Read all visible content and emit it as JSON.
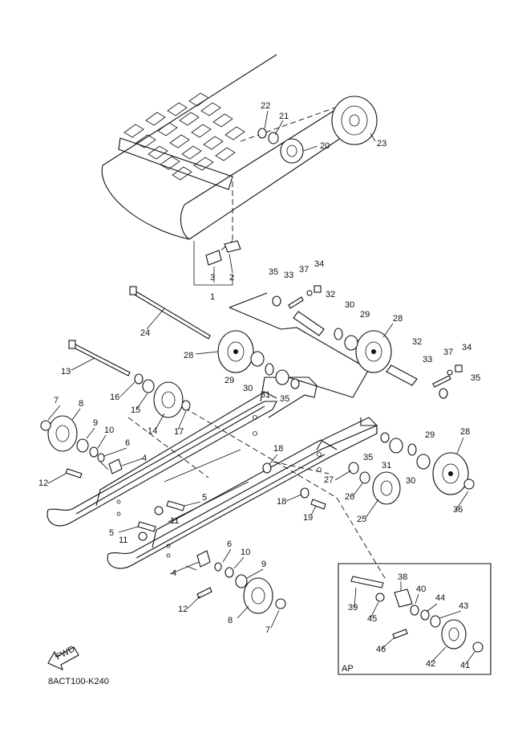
{
  "diagram_code": "8ACT100-K240",
  "fwd_label": "FWD",
  "inset_label": "AP",
  "callouts": [
    {
      "id": "c1",
      "text": "1"
    },
    {
      "id": "c2",
      "text": "2"
    },
    {
      "id": "c3",
      "text": "3"
    },
    {
      "id": "c4a",
      "text": "4"
    },
    {
      "id": "c4b",
      "text": "4"
    },
    {
      "id": "c5a",
      "text": "5"
    },
    {
      "id": "c5b",
      "text": "5"
    },
    {
      "id": "c6a",
      "text": "6"
    },
    {
      "id": "c6b",
      "text": "6"
    },
    {
      "id": "c7a",
      "text": "7"
    },
    {
      "id": "c7b",
      "text": "7"
    },
    {
      "id": "c8a",
      "text": "8"
    },
    {
      "id": "c8b",
      "text": "8"
    },
    {
      "id": "c9a",
      "text": "9"
    },
    {
      "id": "c9b",
      "text": "9"
    },
    {
      "id": "c10a",
      "text": "10"
    },
    {
      "id": "c10b",
      "text": "10"
    },
    {
      "id": "c11a",
      "text": "11"
    },
    {
      "id": "c11b",
      "text": "11"
    },
    {
      "id": "c12a",
      "text": "12"
    },
    {
      "id": "c12b",
      "text": "12"
    },
    {
      "id": "c13",
      "text": "13"
    },
    {
      "id": "c14",
      "text": "14"
    },
    {
      "id": "c15",
      "text": "15"
    },
    {
      "id": "c16",
      "text": "16"
    },
    {
      "id": "c17",
      "text": "17"
    },
    {
      "id": "c18a",
      "text": "18"
    },
    {
      "id": "c18b",
      "text": "18"
    },
    {
      "id": "c19",
      "text": "19"
    },
    {
      "id": "c20",
      "text": "20"
    },
    {
      "id": "c21",
      "text": "21"
    },
    {
      "id": "c22",
      "text": "22"
    },
    {
      "id": "c23",
      "text": "23"
    },
    {
      "id": "c24",
      "text": "24"
    },
    {
      "id": "c25",
      "text": "25"
    },
    {
      "id": "c26",
      "text": "26"
    },
    {
      "id": "c27",
      "text": "27"
    },
    {
      "id": "c28a",
      "text": "28"
    },
    {
      "id": "c28b",
      "text": "28"
    },
    {
      "id": "c28c",
      "text": "28"
    },
    {
      "id": "c29a",
      "text": "29"
    },
    {
      "id": "c29b",
      "text": "29"
    },
    {
      "id": "c29c",
      "text": "29"
    },
    {
      "id": "c30a",
      "text": "30"
    },
    {
      "id": "c30b",
      "text": "30"
    },
    {
      "id": "c30c",
      "text": "30"
    },
    {
      "id": "c31a",
      "text": "31"
    },
    {
      "id": "c31b",
      "text": "31"
    },
    {
      "id": "c32a",
      "text": "32"
    },
    {
      "id": "c32b",
      "text": "32"
    },
    {
      "id": "c33a",
      "text": "33"
    },
    {
      "id": "c33b",
      "text": "33"
    },
    {
      "id": "c34a",
      "text": "34"
    },
    {
      "id": "c34b",
      "text": "34"
    },
    {
      "id": "c35a",
      "text": "35"
    },
    {
      "id": "c35b",
      "text": "35"
    },
    {
      "id": "c35c",
      "text": "35"
    },
    {
      "id": "c35d",
      "text": "35"
    },
    {
      "id": "c36",
      "text": "36"
    },
    {
      "id": "c37a",
      "text": "37"
    },
    {
      "id": "c37b",
      "text": "37"
    },
    {
      "id": "c38",
      "text": "38"
    },
    {
      "id": "c39",
      "text": "39"
    },
    {
      "id": "c40",
      "text": "40"
    },
    {
      "id": "c41",
      "text": "41"
    },
    {
      "id": "c42",
      "text": "42"
    },
    {
      "id": "c43",
      "text": "43"
    },
    {
      "id": "c44",
      "text": "44"
    },
    {
      "id": "c45",
      "text": "45"
    },
    {
      "id": "c46",
      "text": "46"
    }
  ]
}
